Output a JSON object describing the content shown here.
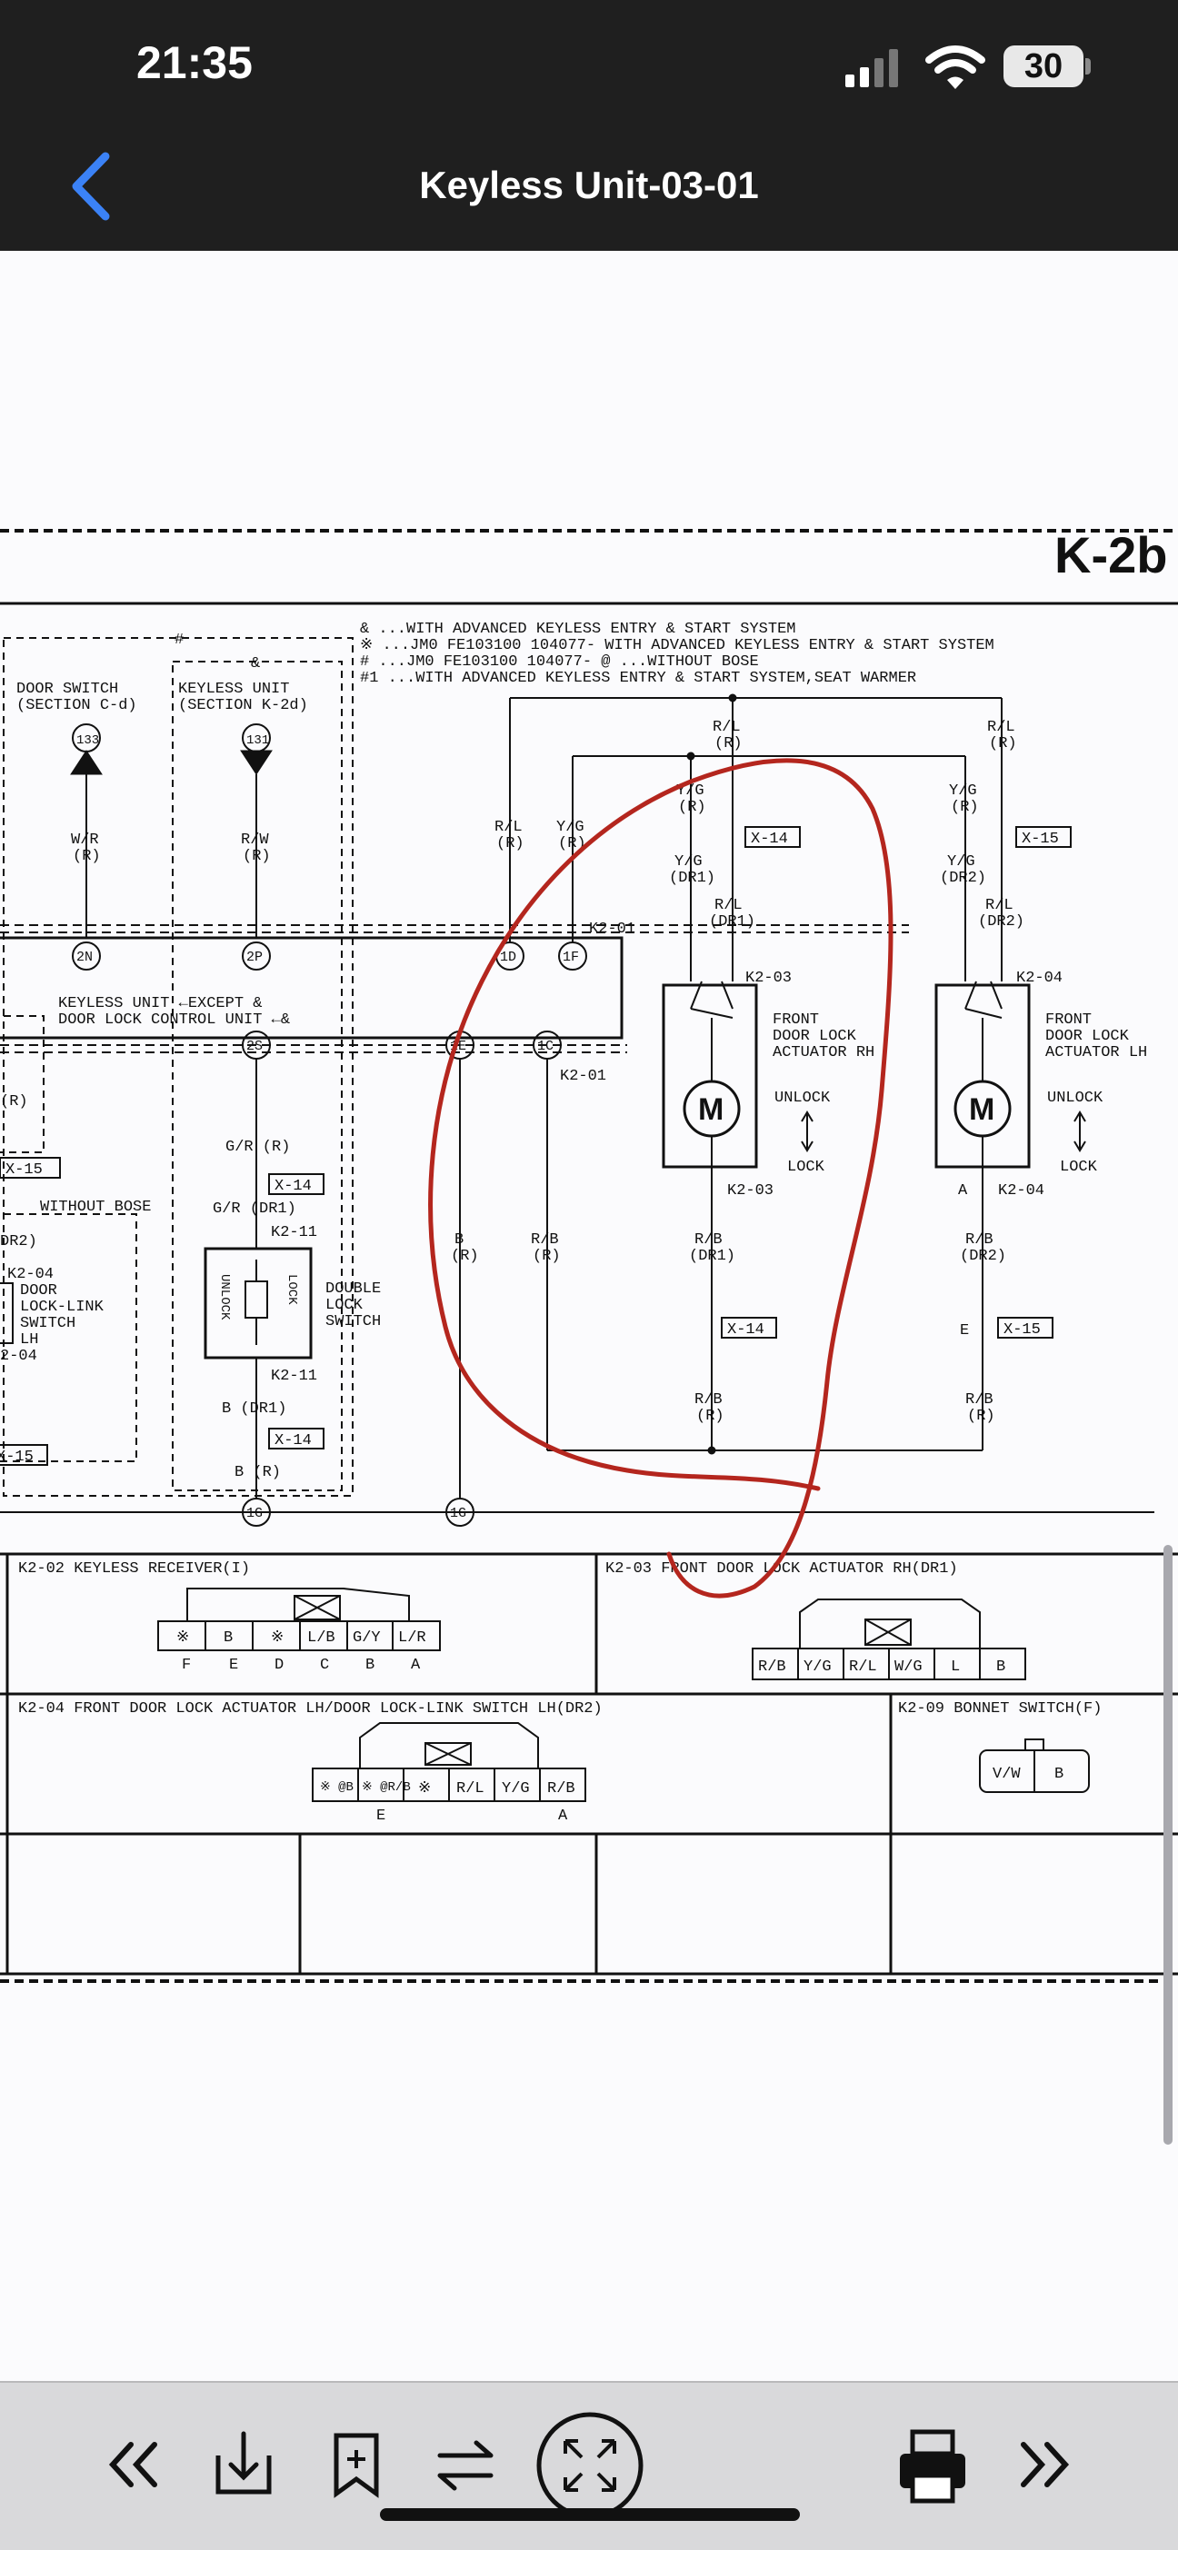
{
  "status": {
    "time": "21:35",
    "battery": "30"
  },
  "nav": {
    "title": "Keyless Unit-03-01"
  },
  "diagram": {
    "page_code": "K-2b",
    "legend": [
      "& ...WITH ADVANCED KEYLESS ENTRY & START SYSTEM",
      "※ ...JM0 FE103100 104077- WITH ADVANCED KEYLESS ENTRY & START SYSTEM",
      "# ...JM0 FE103100 104077-  @ ...WITHOUT BOSE",
      "#1 ...WITH ADVANCED KEYLESS ENTRY & START SYSTEM,SEAT WARMER"
    ],
    "door_switch": [
      "DOOR SWITCH",
      "(SECTION C-d)"
    ],
    "keyless_unit": [
      "KEYLESS UNIT",
      "(SECTION K-2d)"
    ],
    "hash": "#",
    "amp": "&",
    "node_133": "133",
    "node_131": "131",
    "wr": [
      "W/R",
      "(R)"
    ],
    "rw": [
      "R/W",
      "(R)"
    ],
    "keyless_control": [
      "KEYLESS UNIT ←EXCEPT &",
      "DOOR LOCK CONTROL UNIT ←&"
    ],
    "pins": [
      "2N",
      "2P",
      "1D",
      "1F",
      "2S",
      "1E",
      "1C",
      "1G",
      "1G"
    ],
    "k201a": "K2-01",
    "k201b": "K2-01",
    "k203a": "K2-03",
    "k203b": "K2-03",
    "k204a": "K2-04",
    "k204b": "K2-04",
    "k211a": "K2-11",
    "k211b": "K2-11",
    "x14": "X-14",
    "x15": "X-15",
    "rl_top": [
      "R/L",
      "(R)"
    ],
    "rl_top2": [
      "R/L",
      "(R)"
    ],
    "yg_r": [
      "Y/G",
      "(R)"
    ],
    "yg_r2": [
      "Y/G",
      "(R)"
    ],
    "yg_dr1": [
      "Y/G",
      "(DR1)"
    ],
    "yg_dr2": [
      "Y/G",
      "(DR2)"
    ],
    "rl_dr1": [
      "R/L",
      "(DR1)"
    ],
    "rl_dr2": [
      "R/L",
      "(DR2)"
    ],
    "rl_r": [
      "R/L",
      "(R)"
    ],
    "yg_r3": [
      "Y/G",
      "(R)"
    ],
    "front_rh": [
      "FRONT",
      "DOOR LOCK",
      "ACTUATOR RH"
    ],
    "front_lh": [
      "FRONT",
      "DOOR LOCK",
      "ACTUATOR LH"
    ],
    "unlock": "UNLOCK",
    "lock": "LOCK",
    "motor": "M",
    "rb_dr1": [
      "R/B",
      "(DR1)"
    ],
    "rb_dr2": [
      "R/B",
      "(DR2)"
    ],
    "rb_r": [
      "R/B",
      "(R)"
    ],
    "rb_r2": [
      "R/B",
      "(R)"
    ],
    "rb_r3": [
      "R/B",
      "(R)"
    ],
    "b_r": [
      "B",
      "(R)"
    ],
    "gr_r": "G/R (R)",
    "gr_dr1": "G/R (DR1)",
    "b_dr1": "B (DR1)",
    "b_r2": "B (R)",
    "double_lock": [
      "DOUBLE",
      "LOCK",
      "SWITCH"
    ],
    "sw_unlock": "UNLOCK",
    "sw_lock": "LOCK",
    "without_bose": "WITHOUT BOSE",
    "dr2": "DR2)",
    "left_k204": "K2-04",
    "door_link": [
      "DOOR",
      "LOCK-LINK",
      "SWITCH",
      "LH"
    ],
    "left_k204b": "2-04",
    "r_frag": "(R)",
    "a_label": "A",
    "e_label": "E",
    "k202_title": "K2-02 KEYLESS RECEIVER(I)",
    "k202_pins": [
      "※",
      "B",
      "※",
      "L/B",
      "G/Y",
      "L/R"
    ],
    "k202_letters": [
      "F",
      "E",
      "D",
      "C",
      "B",
      "A"
    ],
    "k203_title": "K2-03 FRONT DOOR LOCK ACTUATOR RH(DR1)",
    "k203_pins": [
      "R/B",
      "Y/G",
      "R/L",
      "W/G",
      "L",
      "B"
    ],
    "k204_title": "K2-04 FRONT DOOR LOCK ACTUATOR LH/DOOR LOCK-LINK SWITCH LH(DR2)",
    "k204_pins": [
      "※\n@B",
      "※\n@R/B",
      "※",
      "R/L",
      "Y/G",
      "R/B"
    ],
    "k204_letters": [
      "E",
      "A"
    ],
    "k209_title": "K2-09 BONNET SWITCH(F)",
    "k209_pins": [
      "V/W",
      "B"
    ],
    "annotation_color": "#b4261e"
  },
  "toolbar": {
    "icons": [
      "double-chevron-left-icon",
      "download-icon",
      "bookmark-add-icon",
      "swap-icon",
      "expand-icon",
      "print-icon",
      "double-chevron-right-icon"
    ]
  }
}
